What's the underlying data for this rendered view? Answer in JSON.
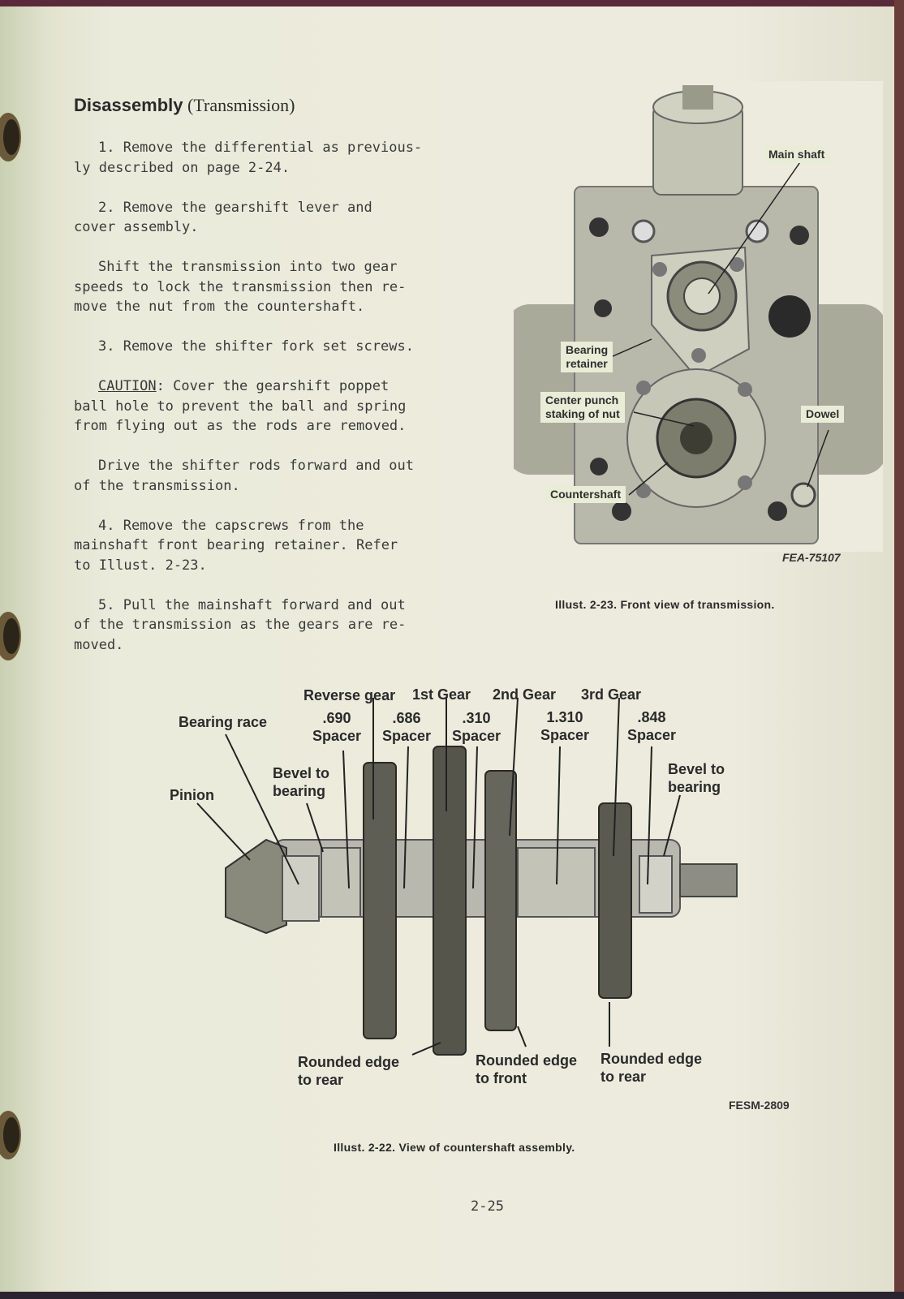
{
  "section": {
    "title_bold": "Disassembly",
    "title_rest": "(Transmission)"
  },
  "steps": [
    "1. Remove the differential as previous-\nly described on page 2-24.",
    "2. Remove the gearshift lever and\ncover assembly.",
    "Shift the transmission into two gear\nspeeds to lock the transmission then re-\nmove the nut from the countershaft.",
    "3. Remove the shifter fork set screws.",
    "Drive the shifter rods forward and out\nof the transmission.",
    "4. Remove the capscrews from the\nmainshaft front bearing retainer. Refer\nto Illust. 2-23.",
    "5. Pull the mainshaft forward and out\nof the transmission as the gears are re-\nmoved."
  ],
  "caution": {
    "label": "CAUTION",
    "text": ": Cover the gearshift poppet\nball hole to prevent the ball and spring\nfrom flying out as the rods are removed."
  },
  "figure1": {
    "labels": {
      "main_shaft": "Main shaft",
      "bearing_retainer": "Bearing\nretainer",
      "center_punch": "Center punch\nstaking of nut",
      "dowel": "Dowel",
      "countershaft": "Countershaft"
    },
    "code": "FEA-75107",
    "caption": "Illust. 2-23. Front view of transmission."
  },
  "figure2": {
    "labels": {
      "reverse_gear": "Reverse gear",
      "first_gear": "1st Gear",
      "second_gear": "2nd Gear",
      "third_gear": "3rd Gear",
      "bearing_race": "Bearing race",
      "spacer_690": ".690\nSpacer",
      "spacer_686": ".686\nSpacer",
      "spacer_310": ".310\nSpacer",
      "spacer_1310": "1.310\nSpacer",
      "spacer_848": ".848\nSpacer",
      "pinion": "Pinion",
      "bevel_left": "Bevel to\nbearing",
      "bevel_right": "Bevel to\nbearing",
      "rounded_rear_1": "Rounded edge\nto rear",
      "rounded_front": "Rounded edge\nto front",
      "rounded_rear_2": "Rounded edge\nto rear"
    },
    "code": "FESM-2809",
    "caption": "Illust. 2-22. View of countershaft assembly."
  },
  "page_number": "2-25"
}
